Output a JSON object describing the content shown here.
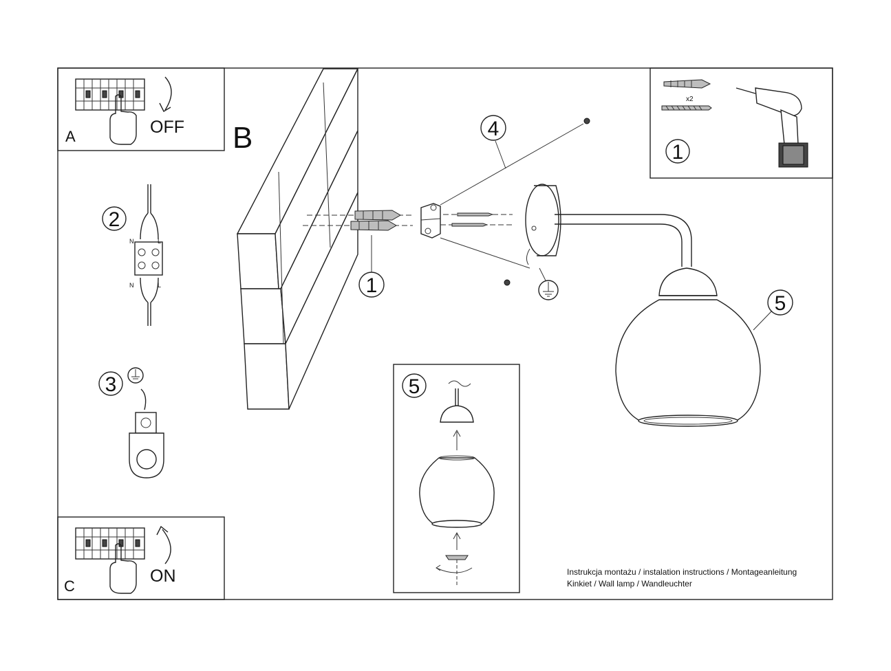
{
  "panels": {
    "a": {
      "letter": "A",
      "action": "OFF"
    },
    "b": {
      "letter": "B"
    },
    "c": {
      "letter": "C",
      "action": "ON"
    }
  },
  "steps": {
    "tools": "1",
    "connect": "2",
    "ground": "3",
    "callout_anchors": "1",
    "callout_mount": "4",
    "callout_shade": "5",
    "shade_box": "5"
  },
  "tools": {
    "quantity": "x2"
  },
  "wiring": {
    "neutral": "N",
    "live": "L"
  },
  "footer": {
    "line1": "Instrukcja montażu / instalation instructions / Montageanleitung",
    "line2": "Kinkiet / Wall lamp / Wandleuchter"
  }
}
